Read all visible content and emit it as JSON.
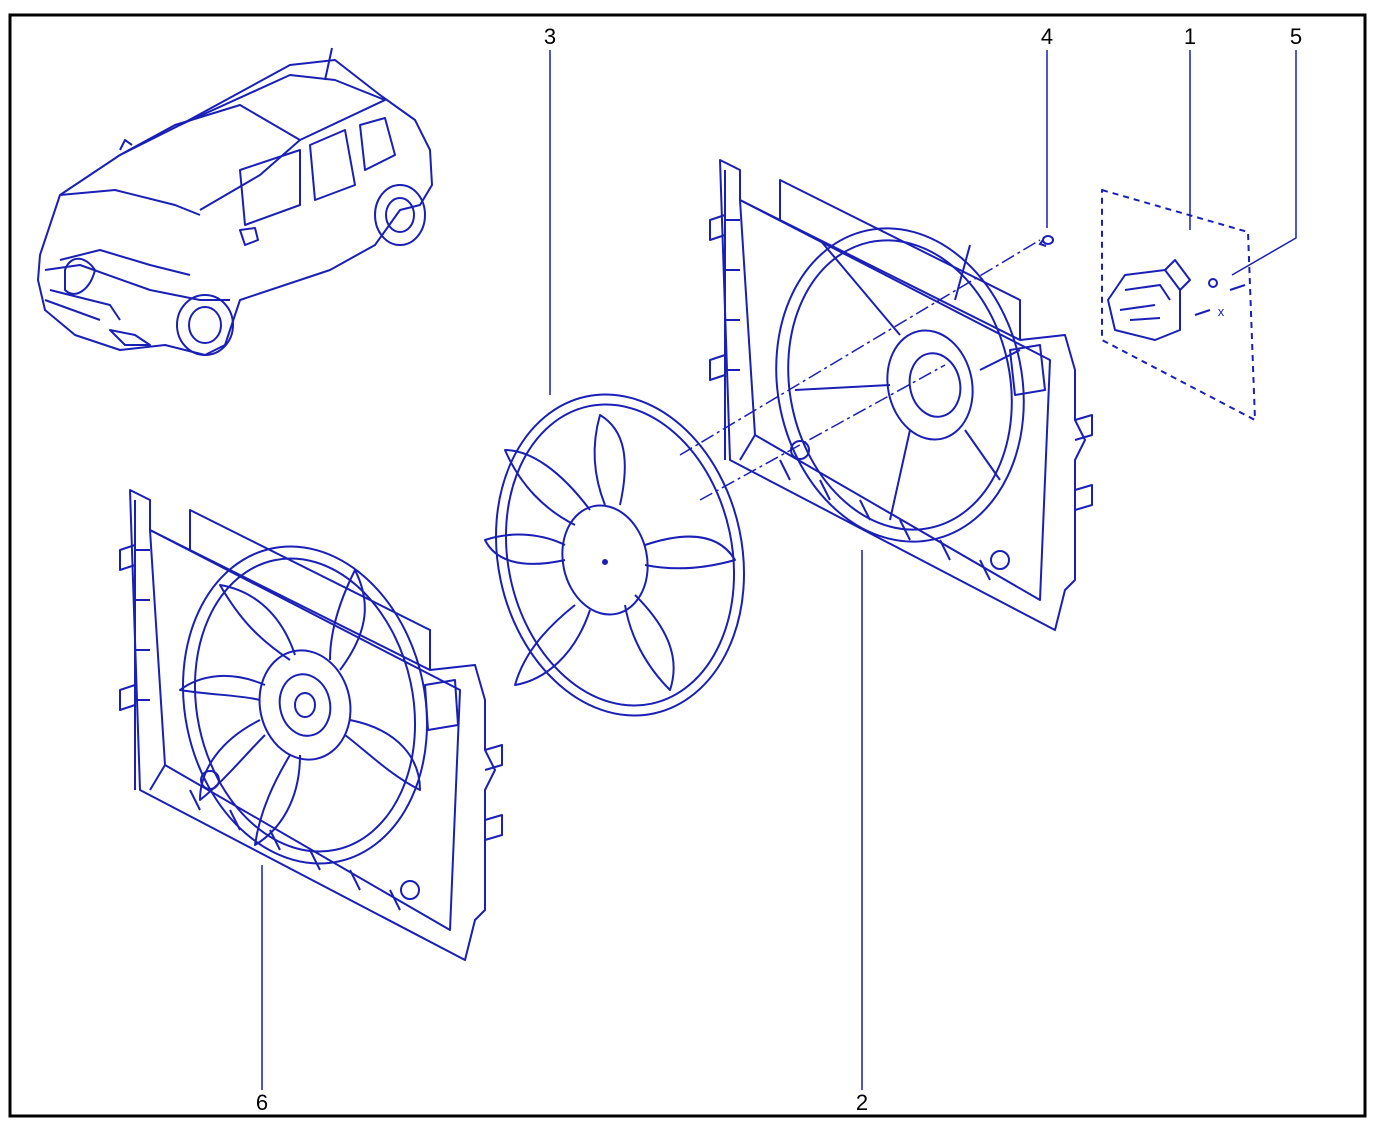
{
  "diagram": {
    "line_color": "#1a1fb5",
    "frame_color": "#000000",
    "callouts": {
      "c1": "1",
      "c2": "2",
      "c3": "3",
      "c4": "4",
      "c5": "5",
      "c6": "6"
    },
    "connector_mark": "x"
  }
}
